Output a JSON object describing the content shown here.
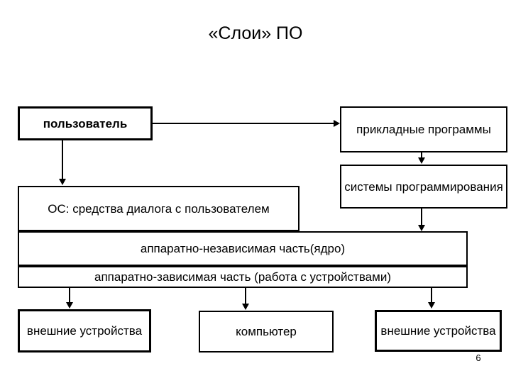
{
  "slide": {
    "title": "«Слои» ПО",
    "page_number": "6"
  },
  "diagram": {
    "type": "layered-block-diagram",
    "colors": {
      "background": "#ffffff",
      "stroke": "#000000",
      "text": "#000000"
    },
    "boxes": [
      {
        "id": "user",
        "label": "пользователь",
        "row": 1,
        "column": "left"
      },
      {
        "id": "apps",
        "label": "прикладные программы",
        "row": 1,
        "column": "right"
      },
      {
        "id": "os",
        "label": "ОС: средства диалога с пользователем",
        "row": 2,
        "column": "left"
      },
      {
        "id": "progsys",
        "label": "системы программирования",
        "row": 2,
        "column": "right"
      },
      {
        "id": "kernel",
        "label": "аппаратно-независимая часть(ядро)",
        "row": 3,
        "column": "full"
      },
      {
        "id": "hwdep",
        "label": "аппаратно-зависимая часть (работа с устройствами)",
        "row": 4,
        "column": "full"
      },
      {
        "id": "ext-left",
        "label": "внешние устройства",
        "row": 5,
        "column": "left"
      },
      {
        "id": "computer",
        "label": "компьютер",
        "row": 5,
        "column": "center"
      },
      {
        "id": "ext-right",
        "label": "внешние устройства",
        "row": 5,
        "column": "right"
      }
    ],
    "connections": [
      {
        "from": "user",
        "to": "apps",
        "direction": "right"
      },
      {
        "from": "user",
        "to": "os",
        "direction": "down"
      },
      {
        "from": "apps",
        "to": "progsys",
        "direction": "down"
      },
      {
        "from": "progsys",
        "to": "kernel",
        "direction": "down"
      },
      {
        "from": "hwdep",
        "to": "ext-left",
        "direction": "down"
      },
      {
        "from": "hwdep",
        "to": "computer",
        "direction": "down"
      },
      {
        "from": "hwdep",
        "to": "ext-right",
        "direction": "down"
      }
    ]
  }
}
